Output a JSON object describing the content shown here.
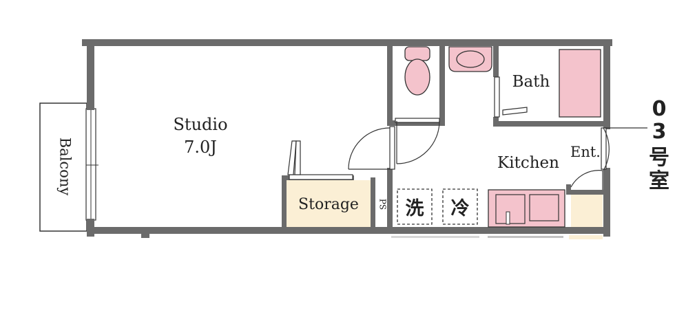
{
  "rooms": {
    "studio": {
      "name": "Studio",
      "size": "7.0J"
    },
    "bath": "Bath",
    "kitchen": "Kitchen",
    "entrance": "Ent.",
    "storage": "Storage",
    "balcony": "Balcony",
    "pipe_space": "PS"
  },
  "appliances": {
    "washer": "洗",
    "fridge": "冷"
  },
  "unit_number": [
    "0",
    "3",
    "号",
    "室"
  ],
  "colors": {
    "wall": "#6b6b6b",
    "fixture_pink": "#f4c3cc",
    "storage_fill": "#fbefd5",
    "outline": "#333333"
  }
}
